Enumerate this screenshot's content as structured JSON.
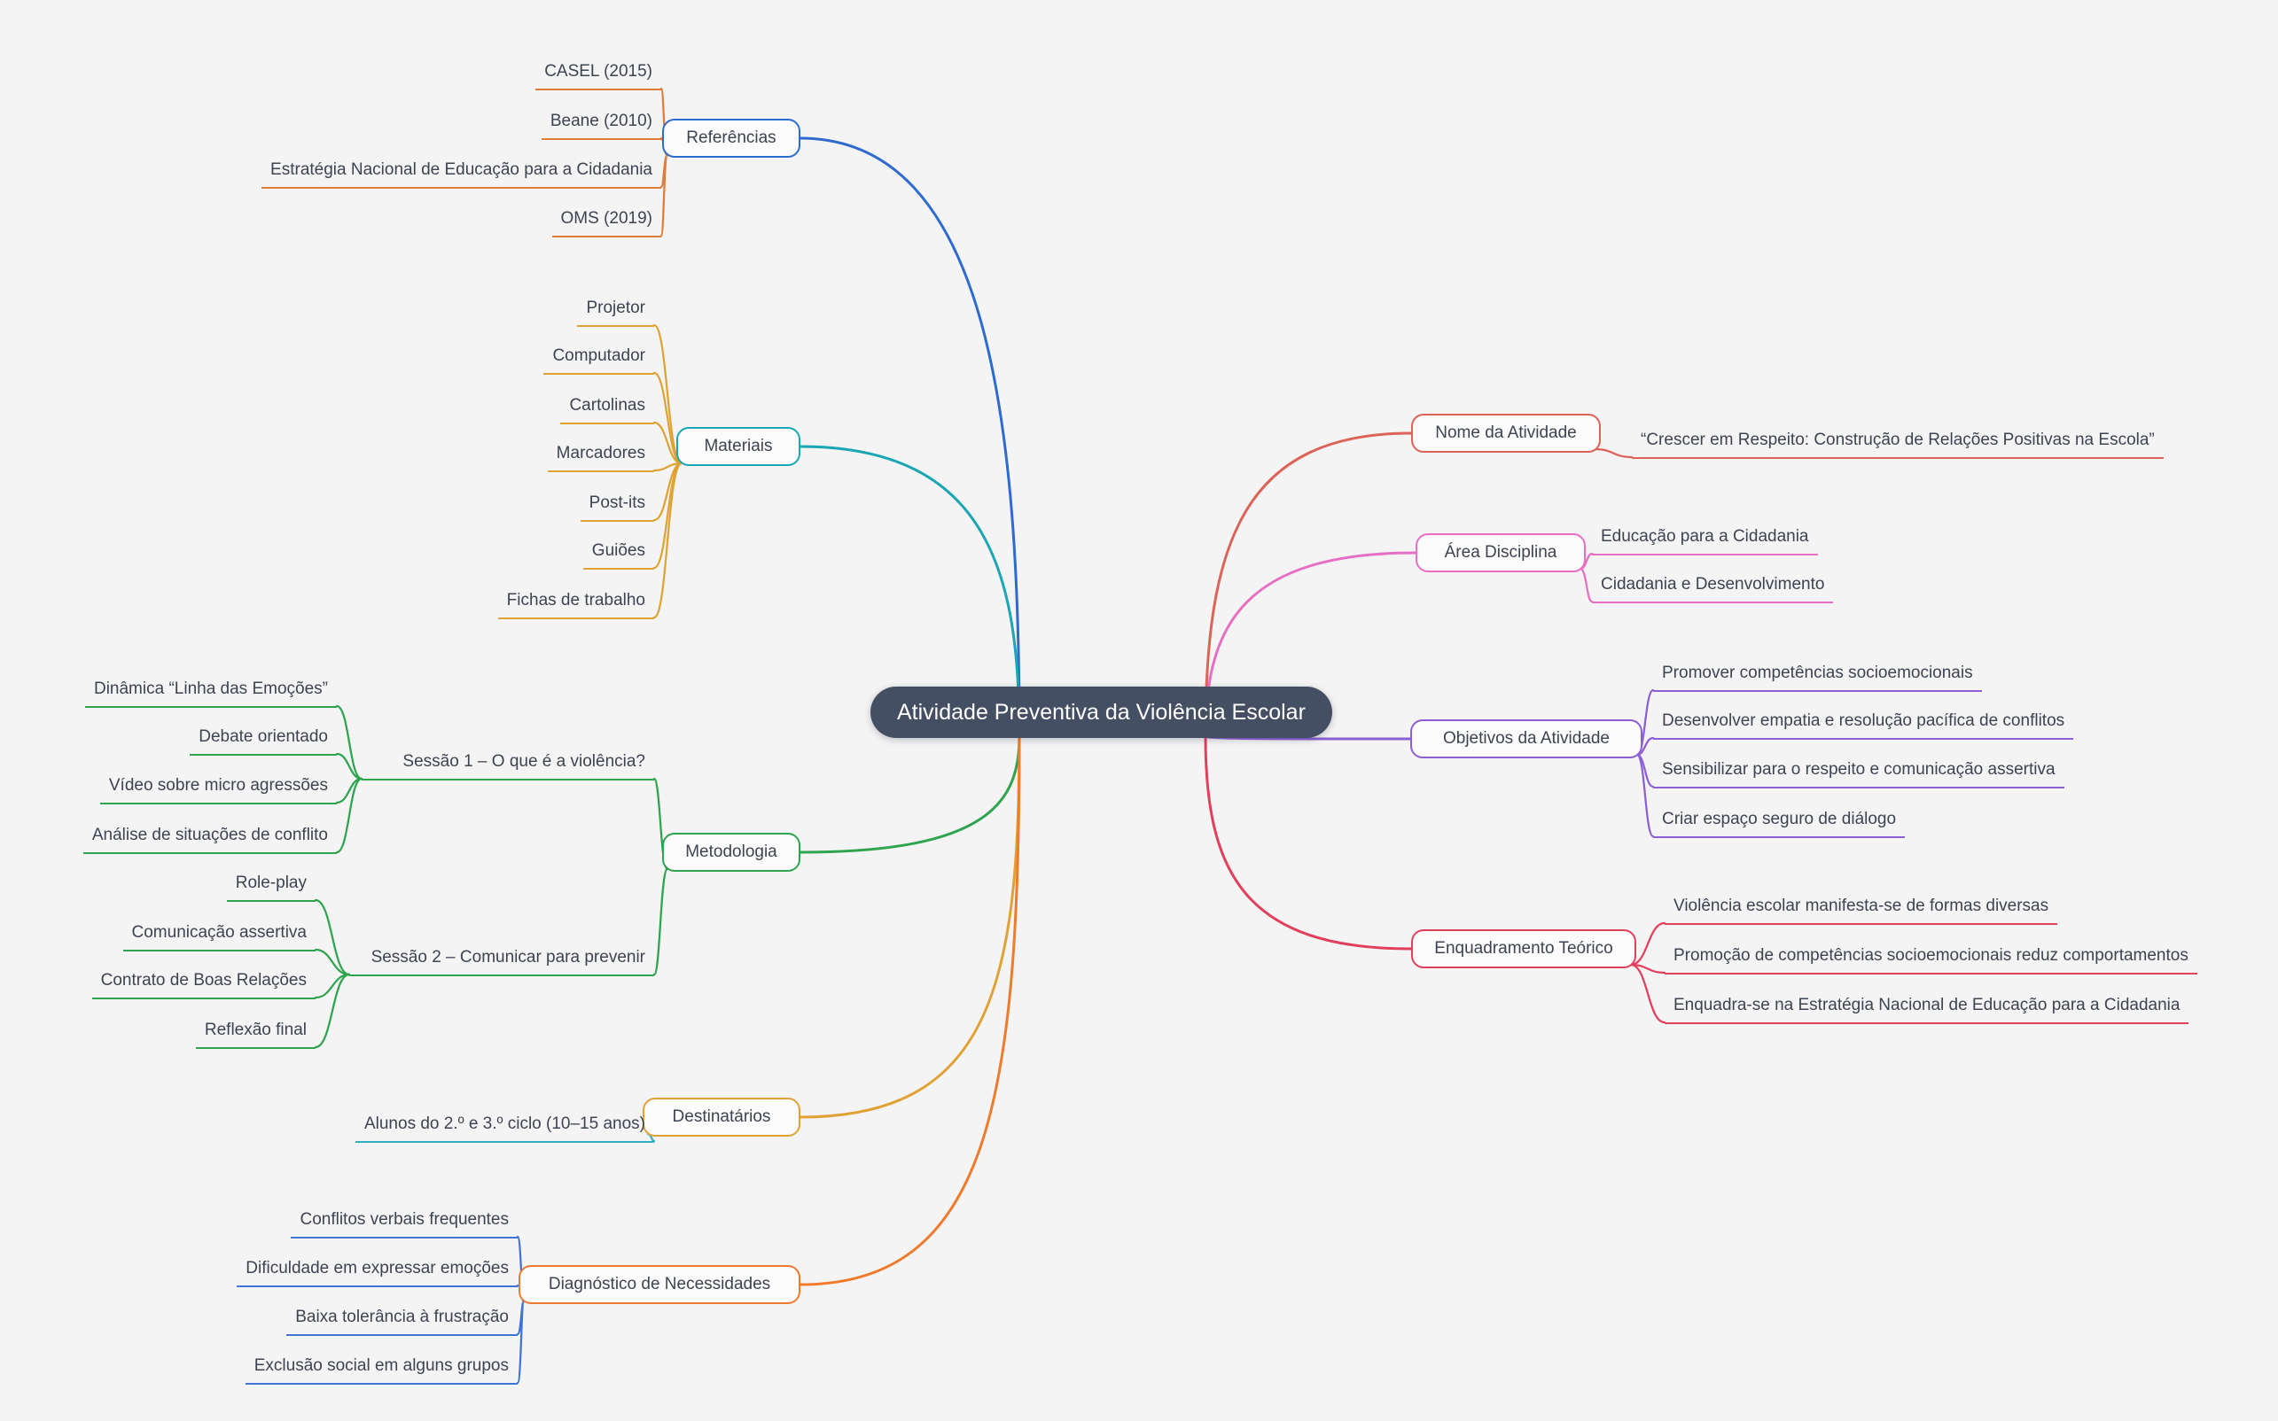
{
  "colors": {
    "page_bg": "#f4f4f5",
    "ink": "#3e4350",
    "node_bg": "#fbfbfc",
    "center_bg": "#454f63",
    "center_text": "#ffffff",
    "referencias": "#2e6bd0",
    "referencias_items": "#e07b39",
    "materiais": "#1aa6b2",
    "materiais_items": "#dfa335",
    "metodologia": "#2ea44f",
    "destinatarios": "#e1a235",
    "destinatarios_items": "#2fafbf",
    "diagnostico": "#ef7b2d",
    "diagnostico_items": "#4173d6",
    "nome": "#dd6358",
    "area": "#e66fc4",
    "objetivos": "#8d5fd4",
    "enquadramento": "#e23f5d"
  },
  "center": {
    "label": "Atividade Preventiva da Violência Escolar"
  },
  "branches": {
    "referencias": {
      "label": "Referências",
      "items": [
        "CASEL (2015)",
        "Beane (2010)",
        "Estratégia Nacional de Educação para a Cidadania",
        "OMS (2019)"
      ]
    },
    "materiais": {
      "label": "Materiais",
      "items": [
        "Projetor",
        "Computador",
        "Cartolinas",
        "Marcadores",
        "Post-its",
        "Guiões",
        "Fichas de trabalho"
      ]
    },
    "metodologia": {
      "label": "Metodologia",
      "sessao1": {
        "label": "Sessão 1 – O que é a violência?",
        "items": [
          "Dinâmica “Linha das Emoções”",
          "Debate orientado",
          "Vídeo sobre micro agressões",
          "Análise de situações de conflito"
        ]
      },
      "sessao2": {
        "label": "Sessão 2 – Comunicar para prevenir",
        "items": [
          "Role-play",
          "Comunicação assertiva",
          "Contrato de Boas Relações",
          "Reflexão final"
        ]
      }
    },
    "destinatarios": {
      "label": "Destinatários",
      "items": [
        "Alunos do 2.º e 3.º ciclo (10–15 anos)"
      ]
    },
    "diagnostico": {
      "label": "Diagnóstico de Necessidades",
      "items": [
        "Conflitos verbais frequentes",
        "Dificuldade em expressar emoções",
        "Baixa tolerância à frustração",
        "Exclusão social em alguns grupos"
      ]
    },
    "nome": {
      "label": "Nome da Atividade",
      "items": [
        "“Crescer em Respeito: Construção de Relações Positivas na Escola”"
      ]
    },
    "area": {
      "label": "Área Disciplina",
      "items": [
        "Educação para a Cidadania",
        "Cidadania e Desenvolvimento"
      ]
    },
    "objetivos": {
      "label": "Objetivos da Atividade",
      "items": [
        "Promover competências socioemocionais",
        "Desenvolver empatia e resolução pacífica de conflitos",
        "Sensibilizar para o respeito e comunicação assertiva",
        "Criar espaço seguro de diálogo"
      ]
    },
    "enquadramento": {
      "label": "Enquadramento Teórico",
      "items": [
        "Violência escolar manifesta-se de formas diversas",
        "Promoção de competências socioemocionais reduz comportamentos",
        "Enquadra-se na Estratégia Nacional de Educação para a Cidadania"
      ]
    }
  }
}
